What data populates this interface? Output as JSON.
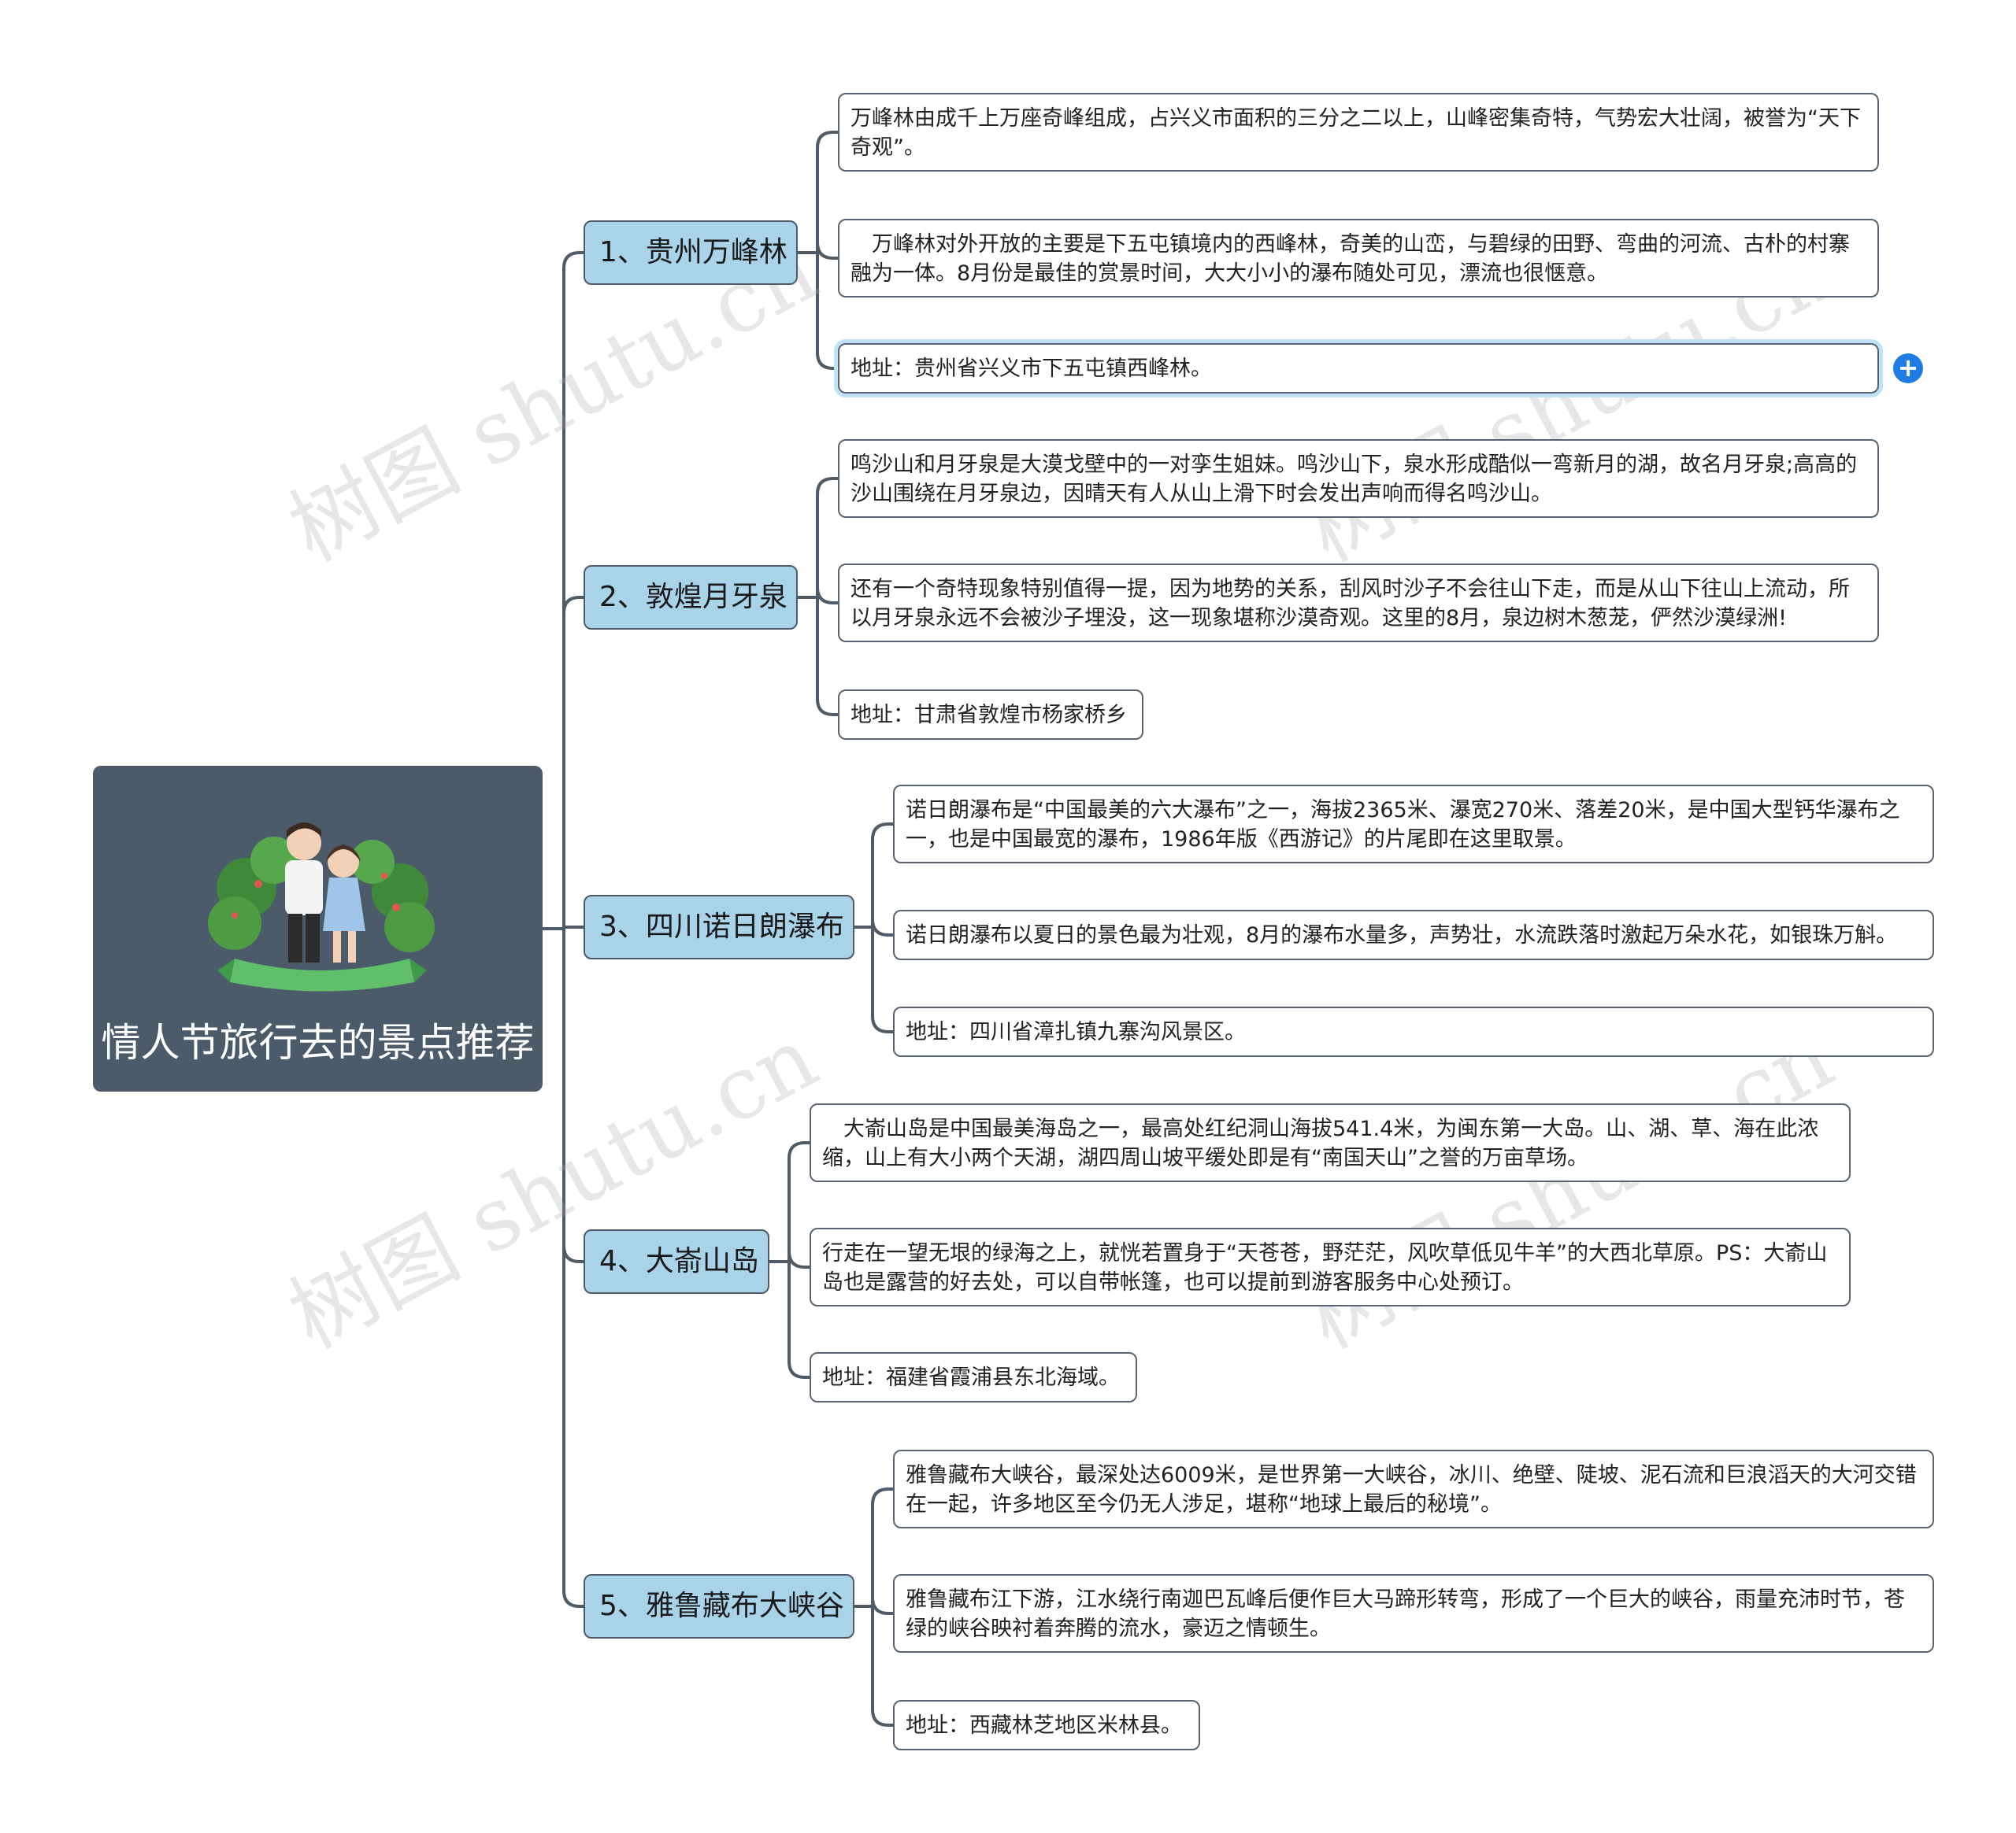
{
  "root": {
    "title": "情人节旅行去的景点推荐"
  },
  "branches": [
    {
      "label": "1、贵州万峰林",
      "leaves": [
        "万峰林由成千上万座奇峰组成，占兴义市面积的三分之二以上，山峰密集奇特，气势宏大壮阔，被誉为“天下奇观”。",
        "　万峰林对外开放的主要是下五屯镇境内的西峰林，奇美的山峦，与碧绿的田野、弯曲的河流、古朴的村寨融为一体。8月份是最佳的赏景时间，大大小小的瀑布随处可见，漂流也很惬意。",
        "地址：贵州省兴义市下五屯镇西峰林。"
      ]
    },
    {
      "label": "2、敦煌月牙泉",
      "leaves": [
        "鸣沙山和月牙泉是大漠戈壁中的一对孪生姐妹。鸣沙山下，泉水形成酷似一弯新月的湖，故名月牙泉;高高的沙山围绕在月牙泉边，因晴天有人从山上滑下时会发出声响而得名鸣沙山。",
        "还有一个奇特现象特别值得一提，因为地势的关系，刮风时沙子不会往山下走，而是从山下往山上流动，所以月牙泉永远不会被沙子埋没，这一现象堪称沙漠奇观。这里的8月，泉边树木葱茏，俨然沙漠绿洲!",
        "地址：甘肃省敦煌市杨家桥乡"
      ]
    },
    {
      "label": "3、四川诺日朗瀑布",
      "leaves": [
        "诺日朗瀑布是“中国最美的六大瀑布”之一，海拔2365米、瀑宽270米、落差20米，是中国大型钙华瀑布之一，也是中国最宽的瀑布，1986年版《西游记》的片尾即在这里取景。",
        "诺日朗瀑布以夏日的景色最为壮观，8月的瀑布水量多，声势壮，水流跌落时激起万朵水花，如银珠万斛。",
        "地址：四川省漳扎镇九寨沟风景区。"
      ]
    },
    {
      "label": "4、大嵛山岛",
      "leaves": [
        "　大嵛山岛是中国最美海岛之一，最高处红纪洞山海拔541.4米，为闽东第一大岛。山、湖、草、海在此浓缩，山上有大小两个天湖，湖四周山坡平缓处即是有“南国天山”之誉的万亩草场。",
        "行走在一望无垠的绿海之上，就恍若置身于“天苍苍，野茫茫，风吹草低见牛羊”的大西北草原。PS：大嵛山岛也是露营的好去处，可以自带帐篷，也可以提前到游客服务中心处预订。",
        "地址：福建省霞浦县东北海域。"
      ]
    },
    {
      "label": "5、雅鲁藏布大峡谷",
      "leaves": [
        "雅鲁藏布大峡谷，最深处达6009米，是世界第一大峡谷，冰川、绝壁、陡坡、泥石流和巨浪滔天的大河交错在一起，许多地区至今仍无人涉足，堪称“地球上最后的秘境”。",
        "雅鲁藏布江下游，江水绕行南迦巴瓦峰后便作巨大马蹄形转弯，形成了一个巨大的峡谷，雨量充沛时节，苍绿的峡谷映衬着奔腾的流水，豪迈之情顿生。",
        "地址：西藏林芝地区米林县。"
      ]
    }
  ],
  "watermark": "树图 shutu.cn",
  "colors": {
    "root_bg": "#4c5b6a",
    "branch_bg": "#a9d3e9",
    "line": "#4f5c68",
    "add_button": "#1f7ce3"
  },
  "icons": {
    "add": "plus-circle-icon",
    "illustration": "couple-illustration"
  }
}
